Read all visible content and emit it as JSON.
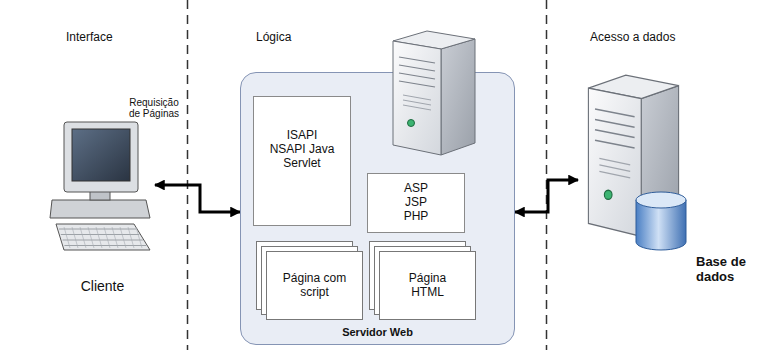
{
  "diagram": {
    "nodes": [
      {
        "text": [
          "Cliente"
        ]
      },
      {
        "text": [
          "Servidor Web"
        ]
      },
      {
        "text": [
          "ISAPI NSAPI Java Servlet"
        ],
        "in": 1
      },
      {
        "text": [
          "ASP JSP PHP"
        ],
        "in": 1
      },
      {
        "text": [
          "Página com script"
        ],
        "in": 1
      },
      {
        "text": [
          "Página HTML"
        ],
        "in": 1
      },
      {
        "text": [
          "Base de dados"
        ]
      }
    ],
    "edges": [
      {
        "from": 0,
        "to": 1,
        "arrow": "both",
        "label": "Requisição de Páginas"
      },
      {
        "from": 1,
        "to": 6,
        "arrow": "both"
      }
    ],
    "labels": [
      "Interface",
      "Lógica",
      "Acesso a dados"
    ]
  }
}
